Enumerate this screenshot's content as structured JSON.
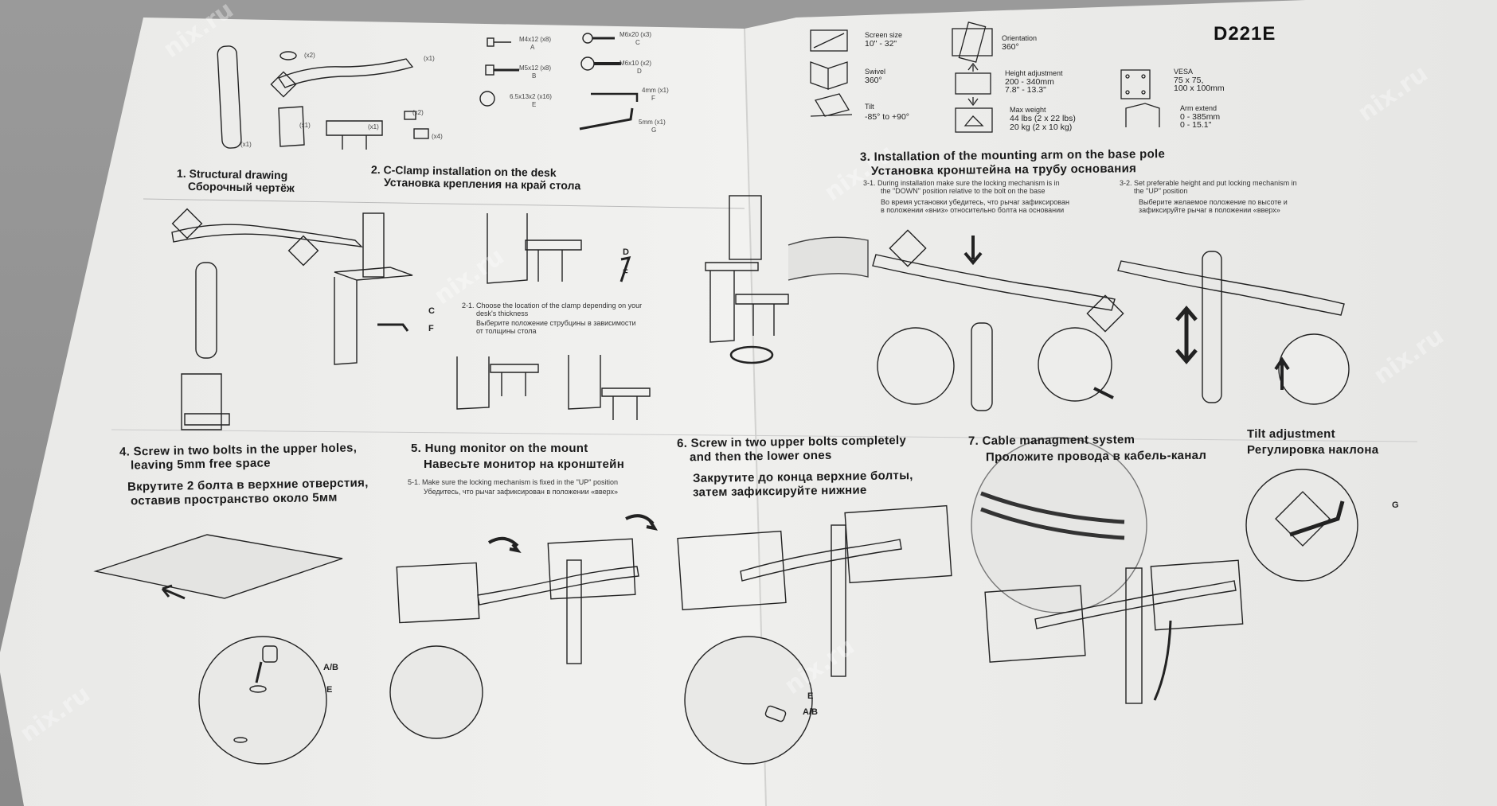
{
  "model": "D221E",
  "specs": {
    "screen_size": {
      "label": "Screen size",
      "value": "10\" - 32\""
    },
    "swivel": {
      "label": "Swivel",
      "value": "360°"
    },
    "tilt": {
      "label": "Tilt",
      "value": "-85° to +90°"
    },
    "orientation": {
      "label": "Orientation",
      "value": "360°"
    },
    "height_adjustment": {
      "label": "Height adjustment",
      "value1": "200 - 340mm",
      "value2": "7.8\" - 13.3\""
    },
    "max_weight": {
      "label": "Max weight",
      "value1": "44 lbs (2 x 22 lbs)",
      "value2": "20 kg (2 x 10 kg)"
    },
    "vesa": {
      "label": "VESA",
      "value1": "75 x 75,",
      "value2": "100 x 100mm"
    },
    "arm_extend": {
      "label": "Arm extend",
      "value1": "0 - 385mm",
      "value2": "0 - 15.1\""
    }
  },
  "parts": {
    "a": {
      "size": "M4x12 (x8)",
      "letter": "A"
    },
    "b": {
      "size": "M5x12 (x8)",
      "letter": "B"
    },
    "c": {
      "size": "M6x20 (x3)",
      "letter": "C"
    },
    "d": {
      "size": "M6x10 (x2)",
      "letter": "D"
    },
    "e": {
      "size": "6.5x13x2 (x16)",
      "letter": "E"
    },
    "f": {
      "size": "4mm (x1)",
      "letter": "F"
    },
    "g": {
      "size": "5mm (x1)",
      "letter": "G"
    },
    "qty": {
      "x2a": "(x2)",
      "x1a": "(x1)",
      "x1b": "(x1)",
      "x1c": "(x1)",
      "x2b": "(x2)",
      "x4": "(x4)",
      "x1d": "(x1)"
    }
  },
  "steps": {
    "s1": {
      "en": "1. Structural drawing",
      "ru": "Сборочный чертёж"
    },
    "s2": {
      "en": "2. C-Clamp installation on the desk",
      "ru": "Установка крепления на край стола",
      "sub_en1": "2-1. Choose the location of the clamp depending on your",
      "sub_en2": "desk's thickness",
      "sub_ru1": "Выберите положение струбцины в зависимости",
      "sub_ru2": "от толщины стола"
    },
    "s3": {
      "en": "3. Installation of the mounting arm on the base pole",
      "ru": "Установка кронштейна на трубу основания",
      "a_en1": "3-1. During installation make sure the locking mechanism is in",
      "a_en2": "the \"DOWN\" position relative to the bolt on the base",
      "a_ru1": "Во время установки убедитесь, что рычаг зафиксирован",
      "a_ru2": "в положении «вниз» относительно болта на основании",
      "b_en1": "3-2. Set preferable height and put locking mechanism in",
      "b_en2": "the \"UP\" position",
      "b_ru1": "Выберите желаемое положение по высоте и",
      "b_ru2": "зафиксируйте рычаг в положении «вверх»"
    },
    "s4": {
      "en1": "4. Screw in two bolts in the upper holes,",
      "en2": "leaving 5mm free space",
      "ru1": "Вкрутите 2 болта в верхние отверстия,",
      "ru2": "оставив пространство около 5мм"
    },
    "s5": {
      "en": "5. Hung monitor on the mount",
      "ru": "Навесьте монитор на кронштейн",
      "sub_en": "5-1. Make sure the locking mechanism is fixed in the \"UP\" position",
      "sub_ru": "Убедитесь, что рычаг зафиксирован в положении «вверх»"
    },
    "s6": {
      "en1": "6. Screw in two upper bolts completely",
      "en2": "and then the lower ones",
      "ru1": "Закрутите до конца верхние болты,",
      "ru2": "затем зафиксируйте нижние"
    },
    "s7": {
      "en": "7. Cable managment system",
      "ru": "Проложите провода в кабель-канал"
    },
    "tilt": {
      "en": "Tilt adjustment",
      "ru": "Регулировка наклона"
    }
  },
  "callouts": {
    "d": "D",
    "f1": "F",
    "c": "C",
    "f2": "F",
    "ab1": "A/B",
    "e1": "E",
    "e2": "E",
    "ab2": "A/B",
    "g": "G"
  },
  "watermark": "nix.ru"
}
